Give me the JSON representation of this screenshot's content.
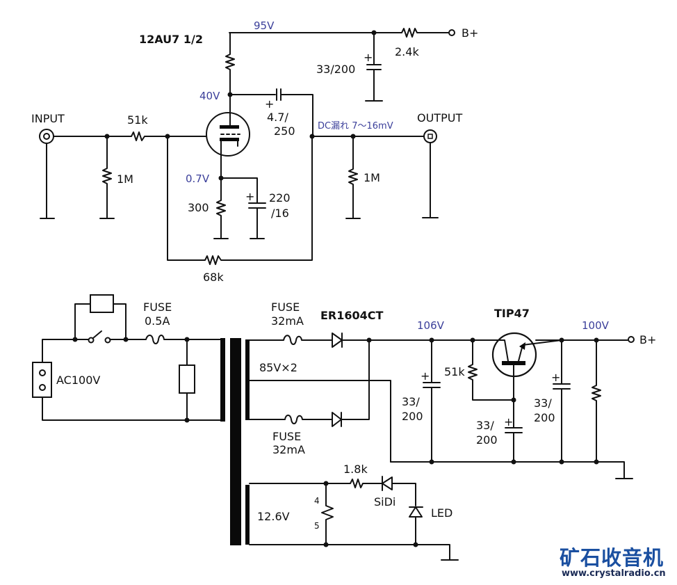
{
  "title": "12AU7 tube buffer amplifier with regulated B+ power supply",
  "colors": {
    "wire": "#111111",
    "voltage_label": "#3b3f9a",
    "logo_primary": "#1a4fa0",
    "logo_url": "#1a2a55"
  },
  "amplifier": {
    "tube_label": "12AU7 1/2",
    "input_label": "INPUT",
    "output_label": "OUTPUT",
    "bplus_label": "B+",
    "voltages": {
      "supply": "95V",
      "plate": "40V",
      "cathode": "0.7V",
      "dc_leak": "DC漏れ 7～16mV"
    },
    "components": {
      "input_shunt": "1M",
      "grid_series": "51k",
      "plate_load": "",
      "cathode_resistor": "300",
      "cathode_cap_1": "220",
      "cathode_cap_2": "/16",
      "coupling_cap_1": "4.7/",
      "coupling_cap_2": "250",
      "output_shunt": "1M",
      "feedback": "68k",
      "decouple_cap": "33/200",
      "decouple_res": "2.4k",
      "plus": "+"
    }
  },
  "power_supply": {
    "mains_label": "AC100V",
    "mains_fuse_1": "FUSE",
    "mains_fuse_2": "0.5A",
    "hv_fuse_top_1": "FUSE",
    "hv_fuse_top_2": "32mA",
    "hv_fuse_bot_1": "FUSE",
    "hv_fuse_bot_2": "32mA",
    "secondary_hv": "85V×2",
    "secondary_lv": "12.6V",
    "rectifier": "ER1604CT",
    "transistor": "TIP47",
    "v_raw": "106V",
    "v_out": "100V",
    "bplus_label": "B+",
    "bias_res": "51k",
    "cap_a_1": "33/",
    "cap_a_2": "200",
    "cap_b_1": "33/",
    "cap_b_2": "200",
    "cap_c_1": "33/",
    "cap_c_2": "200",
    "plus": "+",
    "led_res": "1.8k",
    "silicon_diode": "SiDi",
    "led": "LED",
    "pot_pin_a": "4",
    "pot_pin_b": "5"
  },
  "watermark": {
    "name": "矿石收音机",
    "url": "www.crystalradio.cn"
  }
}
